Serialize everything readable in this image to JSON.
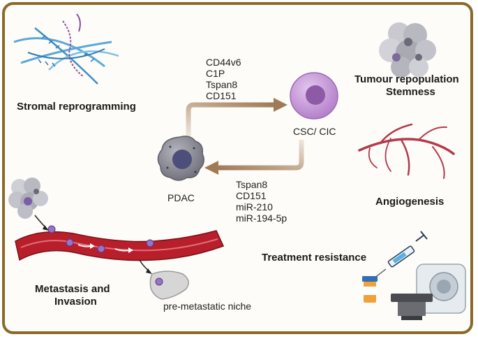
{
  "labels": {
    "stromal": "Stromal reprogramming",
    "tumour_line1": "Tumour repopulation",
    "tumour_line2": "Stemness",
    "csc": "CSC/ CIC",
    "pdac": "PDAC",
    "angiogenesis": "Angiogenesis",
    "treatment": "Treatment resistance",
    "metastasis_line1": "Metastasis and",
    "metastasis_line2": "Invasion",
    "niche": "pre-metastatic niche"
  },
  "to_csc_markers": [
    "CD44v6",
    "C1P",
    "Tspan8",
    "CD151"
  ],
  "to_pdac_markers": [
    "Tspan8",
    "CD151",
    "miR-210",
    "miR-194-5p"
  ],
  "colors": {
    "frame": "#8a6a2a",
    "arrow": "#b89676",
    "csc_cell": "#c79ad8",
    "csc_nucleus": "#8f5ea8",
    "pdac_cell": "#8c8c96",
    "vessel": "#b81f2a",
    "liver": "#c7c7c7"
  }
}
